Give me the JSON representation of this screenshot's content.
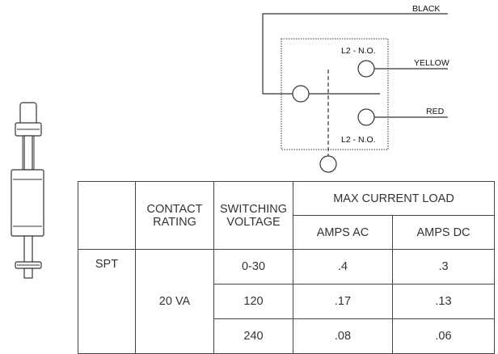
{
  "wiring": {
    "labels": {
      "black": "BLACK",
      "yellow": "YELLOW",
      "red": "RED",
      "contact_upper": "L2 - N.O.",
      "contact_lower": "L2 - N.O."
    }
  },
  "spec_table": {
    "switch_type": "SPT",
    "contact_rating_header": [
      "CONTACT",
      "RATING"
    ],
    "switching_voltage_header": [
      "SWITCHING",
      "VOLTAGE"
    ],
    "max_current_header": "MAX CURRENT LOAD",
    "amps_ac_header": "AMPS AC",
    "amps_dc_header": "AMPS DC",
    "contact_rating_value": "20 VA",
    "rows": [
      {
        "voltage": "0-30",
        "amps_ac": ".4",
        "amps_dc": ".3"
      },
      {
        "voltage": "120",
        "amps_ac": ".17",
        "amps_dc": ".13"
      },
      {
        "voltage": "240",
        "amps_ac": ".08",
        "amps_dc": ".06"
      }
    ]
  }
}
